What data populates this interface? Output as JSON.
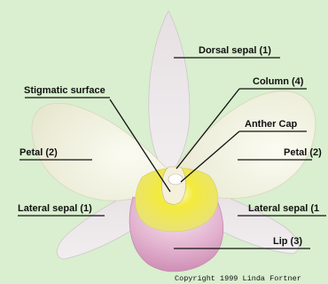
{
  "diagram": {
    "labels": {
      "dorsal_sepal": "Dorsal sepal (1)",
      "stigmatic_surface": "Stigmatic surface",
      "column": "Column (4)",
      "anther_cap": "Anther Cap",
      "petal_left": "Petal (2)",
      "petal_right": "Petal (2)",
      "lateral_sepal_left": "Lateral sepal (1)",
      "lateral_sepal_right": "Lateral sepal (1",
      "lip": "Lip (3)"
    },
    "copyright": "Copyright 1999 Linda Fortner"
  },
  "colors": {
    "background": "#d9efcf",
    "sepal": "#ece9ea",
    "petal": "#f4f3e7",
    "throat": "#e9df1c",
    "lip_pink": "#d9a6c6",
    "line": "#111111"
  }
}
